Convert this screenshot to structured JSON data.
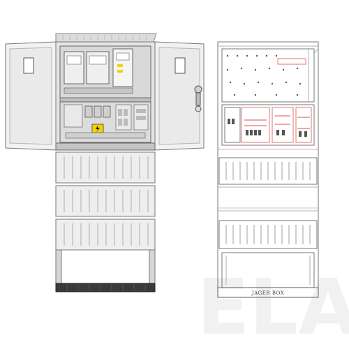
{
  "drawing": {
    "brand_label": "JAGER BOX"
  },
  "watermark": {
    "letters": "ELA"
  },
  "colors": {
    "cabinet_body": "#e6e6e6",
    "panel": "#f0f0f0",
    "rib_light": "#f7f7f7",
    "rib_shadow": "#c8c8c8",
    "outline": "#6e6e6e",
    "plinth_dark": "#3a3a3a",
    "warning_yellow": "#f2d200",
    "device_grey": "#d0d0d0",
    "schematic_red": "#d9534f",
    "schematic_green": "#5cb85c",
    "watermark": "#ececec"
  },
  "icons": {
    "door_handle": "door-handle-icon",
    "warning_label": "lightning-warning-icon",
    "watermark_logo": "ela-watermark-logo"
  }
}
